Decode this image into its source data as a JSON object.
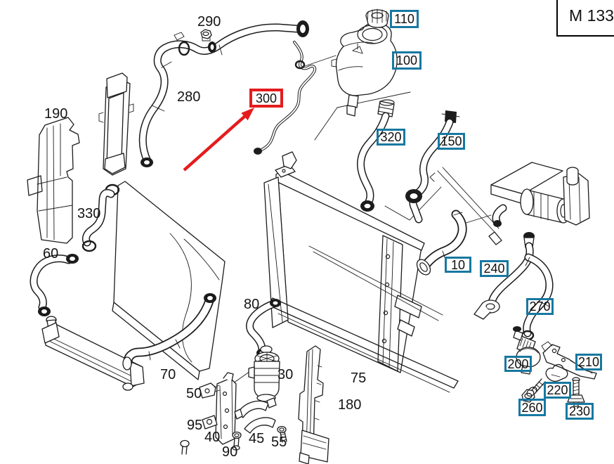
{
  "diagram": {
    "engine_code": "M 133",
    "highlighted_part": "300"
  },
  "colors": {
    "background": "#ffffff",
    "line": "#1c1c1c",
    "callout_border": "#1878a1",
    "highlight": "#e41c1e"
  },
  "callouts": {
    "plain": [
      {
        "id": "290",
        "label": "290"
      },
      {
        "id": "280",
        "label": "280"
      },
      {
        "id": "190",
        "label": "190"
      },
      {
        "id": "330",
        "label": "330"
      },
      {
        "id": "60",
        "label": "60"
      },
      {
        "id": "70",
        "label": "70"
      },
      {
        "id": "80",
        "label": "80"
      },
      {
        "id": "30",
        "label": "30"
      },
      {
        "id": "50",
        "label": "50"
      },
      {
        "id": "95",
        "label": "95"
      },
      {
        "id": "40",
        "label": "40"
      },
      {
        "id": "90",
        "label": "90"
      },
      {
        "id": "45",
        "label": "45"
      },
      {
        "id": "55",
        "label": "55"
      },
      {
        "id": "75",
        "label": "75"
      },
      {
        "id": "180",
        "label": "180"
      }
    ],
    "boxed": [
      {
        "id": "110",
        "label": "110"
      },
      {
        "id": "100",
        "label": "100"
      },
      {
        "id": "320",
        "label": "320"
      },
      {
        "id": "150",
        "label": "150"
      },
      {
        "id": "10",
        "label": "10"
      },
      {
        "id": "240",
        "label": "240"
      },
      {
        "id": "270",
        "label": "270"
      },
      {
        "id": "200",
        "label": "200"
      },
      {
        "id": "210",
        "label": "210"
      },
      {
        "id": "220",
        "label": "220"
      },
      {
        "id": "260",
        "label": "260"
      },
      {
        "id": "230",
        "label": "230"
      }
    ],
    "highlighted": {
      "id": "300",
      "label": "300"
    }
  }
}
